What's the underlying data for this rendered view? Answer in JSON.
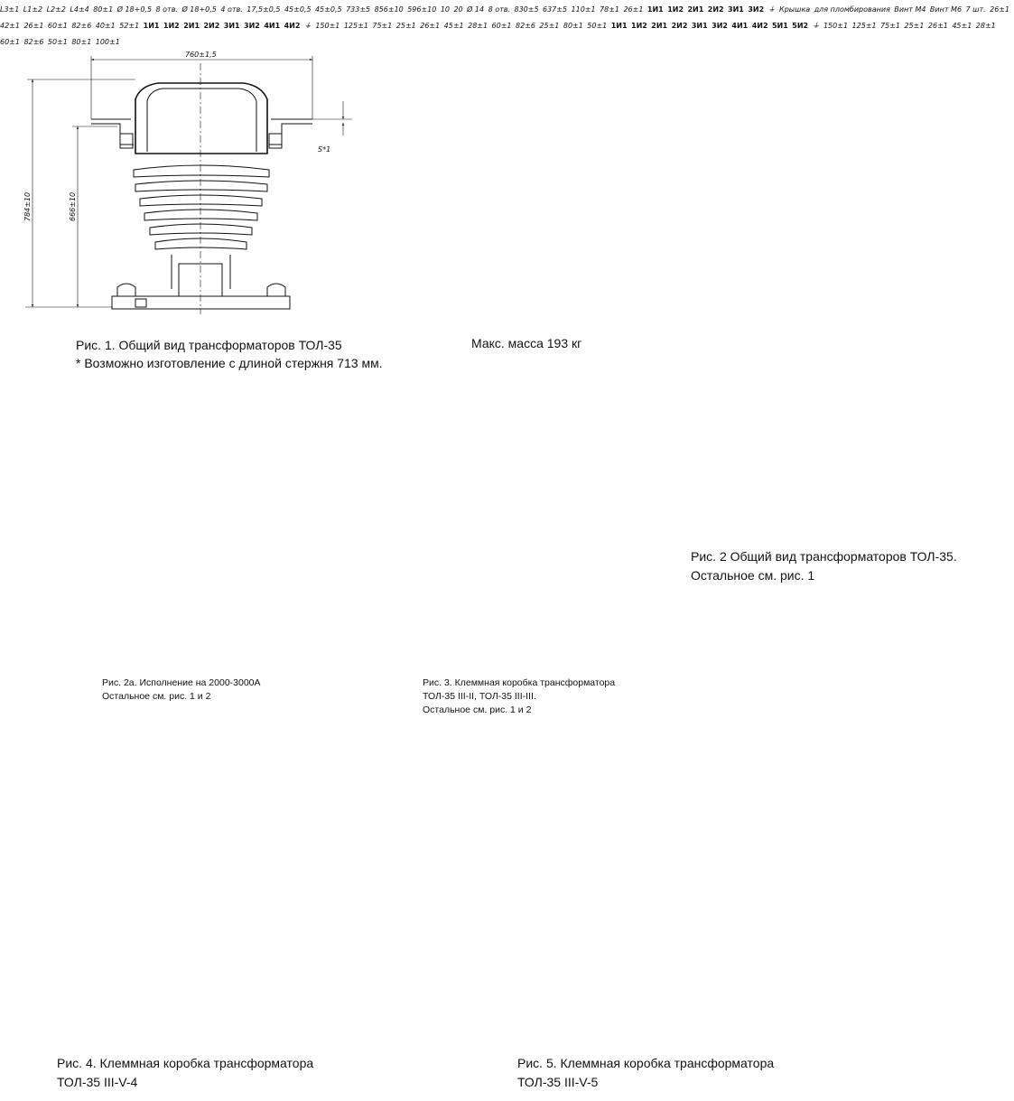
{
  "fig1": {
    "caption": "Рис. 1. Общий вид трансформаторов ТОЛ-35",
    "note": "*  Возможно изготовление с длиной стержня 713 мм.",
    "dims": {
      "width": "760±1,5",
      "h_total": "784±10",
      "h_axis": "666±10",
      "s": "S*1"
    }
  },
  "fig_top": {
    "caption": "Макс. масса 193 кг",
    "dims": {
      "d1": "17,5±0,5",
      "d2": "45±0,5",
      "d3": "45±0,5",
      "d4": "80±1",
      "hole1": "Ø 18+0,5",
      "hole1n": "8 отв.",
      "hole2": "Ø 18+0,5",
      "hole2n": "4 отв.",
      "L1": "L1±2",
      "L2": "L2±2",
      "L3": "L3±1",
      "L4": "L4±4"
    }
  },
  "fig2": {
    "caption_line1": "Рис. 2 Общий вид трансформаторов ТОЛ-35.",
    "caption_line2": "Остальное см. рис. 1",
    "dims": {
      "width": "733±5",
      "h_total": "856±10",
      "h_axis": "596±10",
      "ten": "10",
      "twenty": "20",
      "hole": "Ø 14",
      "holen": "8 отв."
    }
  },
  "fig2a": {
    "caption_line1": "Рис. 2а. Исполнение на 2000-3000А",
    "caption_line2": "Остальное см. рис. 1 и 2",
    "dims": {
      "width": "830±5",
      "height": "637±5"
    }
  },
  "fig3": {
    "caption_line1": "Рис. 3. Клеммная коробка трансформатора",
    "caption_line2": "ТОЛ-35 III-II, ТОЛ-35 III-III.",
    "caption_line3": "Остальное см. рис. 1 и 2",
    "labels": {
      "cover1": "Крышка",
      "cover2": "для пломбирования",
      "screw4": "Винт М4",
      "screw6": "Винт М6",
      "screw6n": "7 шт."
    },
    "terminals_top": [
      "1И1",
      "1И2",
      "2И1",
      "2И2"
    ],
    "terminals_bottom": [
      "3И1",
      "3И2"
    ],
    "dims": {
      "w110": "110±1",
      "w78": "78±1",
      "w26": "26±1",
      "w40": "40±1",
      "w52": "52±1",
      "h26a": "26±1",
      "h42": "42±1",
      "h26b": "26±1",
      "h60": "60±1",
      "h82": "82±6"
    }
  },
  "fig4": {
    "caption_line1": "Рис. 4. Клеммная коробка трансформатора",
    "caption_line2": "ТОЛ-35 III-V-4",
    "terminals_top": [
      "1И1",
      "1И2",
      "2И1",
      "2И2",
      "3И1",
      "3И2"
    ],
    "terminals_bottom": [
      "4И1",
      "4И2"
    ],
    "dims": {
      "w150": "150±1",
      "w125": "125±1",
      "w75": "75±1",
      "w25": "25±1",
      "w25b": "25±1",
      "w80": "80±1",
      "w50": "50±1",
      "h26": "26±1",
      "h45": "45±1",
      "h28": "28±1",
      "h60": "60±1",
      "h82": "82±6"
    }
  },
  "fig5": {
    "caption_line1": "Рис. 5. Клеммная коробка трансформатора",
    "caption_line2": "ТОЛ-35 III-V-5",
    "terminals_top": [
      "1И1",
      "1И2",
      "2И1",
      "2И2",
      "3И1",
      "3И2"
    ],
    "terminals_bottom": [
      "4И1",
      "4И2",
      "5И1",
      "5И2"
    ],
    "dims": {
      "w150": "150±1",
      "w125": "125±1",
      "w75": "75±1",
      "w25": "25±1",
      "w50": "50±1",
      "w80": "80±1",
      "w100": "100±1",
      "h26": "26±1",
      "h45": "45±1",
      "h28": "28±1",
      "h60": "60±1",
      "h82": "82±6"
    }
  }
}
